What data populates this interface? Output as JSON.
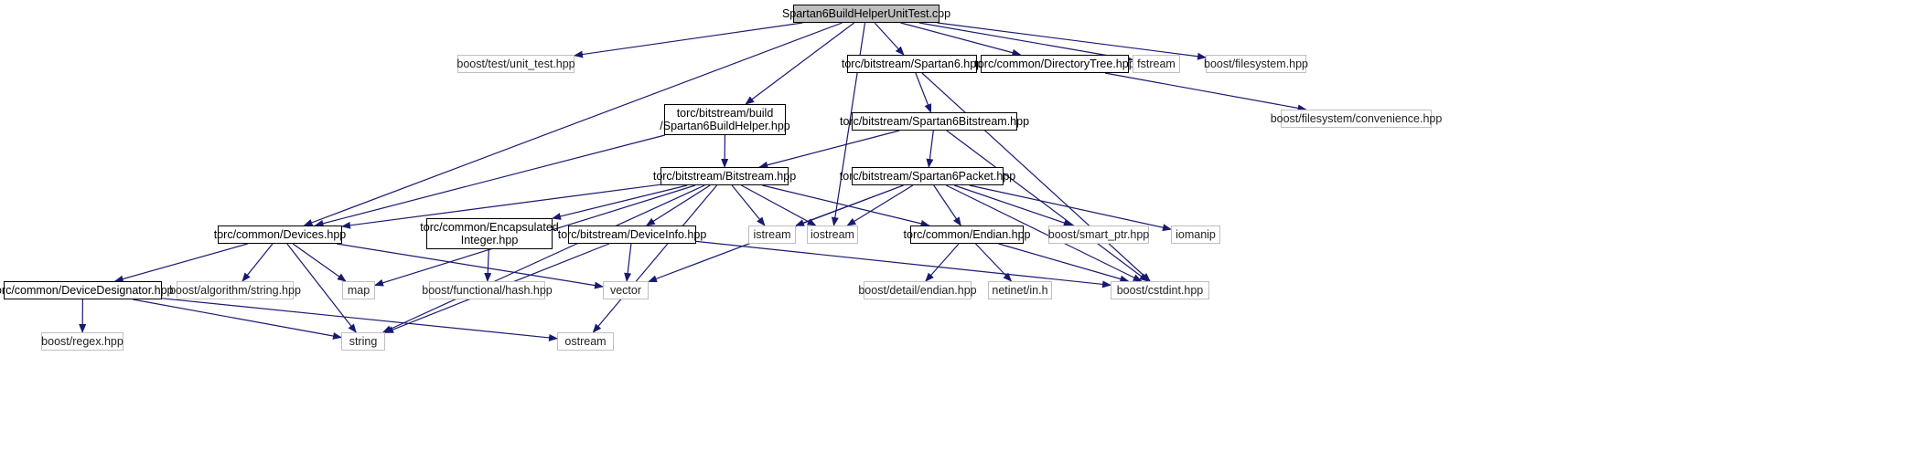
{
  "colors": {
    "edge": "#191970",
    "project_border": "#000000",
    "external_border": "#bfbfbf",
    "root_fill": "#bfbfbf"
  },
  "nodes": [
    {
      "id": "root",
      "label": "Spartan6BuildHelperUnitTest.cpp",
      "kind": "root"
    },
    {
      "id": "unit_test",
      "label": "boost/test/unit_test.hpp",
      "kind": "external"
    },
    {
      "id": "spartan6",
      "label": "torc/bitstream/Spartan6.hpp",
      "kind": "project"
    },
    {
      "id": "dirtree",
      "label": "torc/common/DirectoryTree.hpp",
      "kind": "project"
    },
    {
      "id": "fstream",
      "label": "fstream",
      "kind": "external"
    },
    {
      "id": "bfs",
      "label": "boost/filesystem.hpp",
      "kind": "external"
    },
    {
      "id": "bfs_conv",
      "label": "boost/filesystem/convenience.hpp",
      "kind": "external"
    },
    {
      "id": "s6bs",
      "label": "torc/bitstream/Spartan6Bitstream.hpp",
      "kind": "project"
    },
    {
      "id": "s6bh",
      "label": "torc/bitstream/build\n/Spartan6BuildHelper.hpp",
      "kind": "project"
    },
    {
      "id": "bitstream",
      "label": "torc/bitstream/Bitstream.hpp",
      "kind": "project"
    },
    {
      "id": "s6packet",
      "label": "torc/bitstream/Spartan6Packet.hpp",
      "kind": "project"
    },
    {
      "id": "devices",
      "label": "torc/common/Devices.hpp",
      "kind": "project"
    },
    {
      "id": "encint",
      "label": "torc/common/Encapsulated\nInteger.hpp",
      "kind": "project"
    },
    {
      "id": "devinfo",
      "label": "torc/bitstream/DeviceInfo.hpp",
      "kind": "project"
    },
    {
      "id": "istream",
      "label": "istream",
      "kind": "external"
    },
    {
      "id": "iostream",
      "label": "iostream",
      "kind": "external"
    },
    {
      "id": "endian",
      "label": "torc/common/Endian.hpp",
      "kind": "project"
    },
    {
      "id": "smartptr",
      "label": "boost/smart_ptr.hpp",
      "kind": "external"
    },
    {
      "id": "iomanip",
      "label": "iomanip",
      "kind": "external"
    },
    {
      "id": "devdes",
      "label": "torc/common/DeviceDesignator.hpp",
      "kind": "project"
    },
    {
      "id": "algstr",
      "label": "boost/algorithm/string.hpp",
      "kind": "external"
    },
    {
      "id": "map",
      "label": "map",
      "kind": "external"
    },
    {
      "id": "funchash",
      "label": "boost/functional/hash.hpp",
      "kind": "external"
    },
    {
      "id": "vector",
      "label": "vector",
      "kind": "external"
    },
    {
      "id": "detend",
      "label": "boost/detail/endian.hpp",
      "kind": "external"
    },
    {
      "id": "netinet",
      "label": "netinet/in.h",
      "kind": "external"
    },
    {
      "id": "cstdint",
      "label": "boost/cstdint.hpp",
      "kind": "external"
    },
    {
      "id": "regex",
      "label": "boost/regex.hpp",
      "kind": "external"
    },
    {
      "id": "string",
      "label": "string",
      "kind": "external"
    },
    {
      "id": "ostream",
      "label": "ostream",
      "kind": "external"
    }
  ],
  "edges": [
    [
      "root",
      "unit_test"
    ],
    [
      "root",
      "spartan6"
    ],
    [
      "root",
      "dirtree"
    ],
    [
      "root",
      "fstream"
    ],
    [
      "root",
      "bfs"
    ],
    [
      "root",
      "devices"
    ],
    [
      "root",
      "s6bh"
    ],
    [
      "root",
      "iostream"
    ],
    [
      "spartan6",
      "s6bs"
    ],
    [
      "spartan6",
      "cstdint"
    ],
    [
      "dirtree",
      "bfs_conv"
    ],
    [
      "s6bs",
      "bitstream"
    ],
    [
      "s6bs",
      "s6packet"
    ],
    [
      "s6bs",
      "cstdint"
    ],
    [
      "s6bh",
      "bitstream"
    ],
    [
      "s6bh",
      "devices"
    ],
    [
      "bitstream",
      "devices"
    ],
    [
      "bitstream",
      "encint"
    ],
    [
      "bitstream",
      "devinfo"
    ],
    [
      "bitstream",
      "istream"
    ],
    [
      "bitstream",
      "iostream"
    ],
    [
      "bitstream",
      "endian"
    ],
    [
      "bitstream",
      "map"
    ],
    [
      "bitstream",
      "string"
    ],
    [
      "bitstream",
      "ostream"
    ],
    [
      "s6packet",
      "istream"
    ],
    [
      "s6packet",
      "iostream"
    ],
    [
      "s6packet",
      "endian"
    ],
    [
      "s6packet",
      "smartptr"
    ],
    [
      "s6packet",
      "iomanip"
    ],
    [
      "s6packet",
      "vector"
    ],
    [
      "s6packet",
      "cstdint"
    ],
    [
      "devices",
      "devdes"
    ],
    [
      "devices",
      "algstr"
    ],
    [
      "devices",
      "map"
    ],
    [
      "devices",
      "string"
    ],
    [
      "devices",
      "vector"
    ],
    [
      "encint",
      "funchash"
    ],
    [
      "devinfo",
      "vector"
    ],
    [
      "devinfo",
      "string"
    ],
    [
      "devinfo",
      "cstdint"
    ],
    [
      "endian",
      "detend"
    ],
    [
      "endian",
      "netinet"
    ],
    [
      "endian",
      "cstdint"
    ],
    [
      "devdes",
      "regex"
    ],
    [
      "devdes",
      "string"
    ],
    [
      "devdes",
      "ostream"
    ]
  ]
}
